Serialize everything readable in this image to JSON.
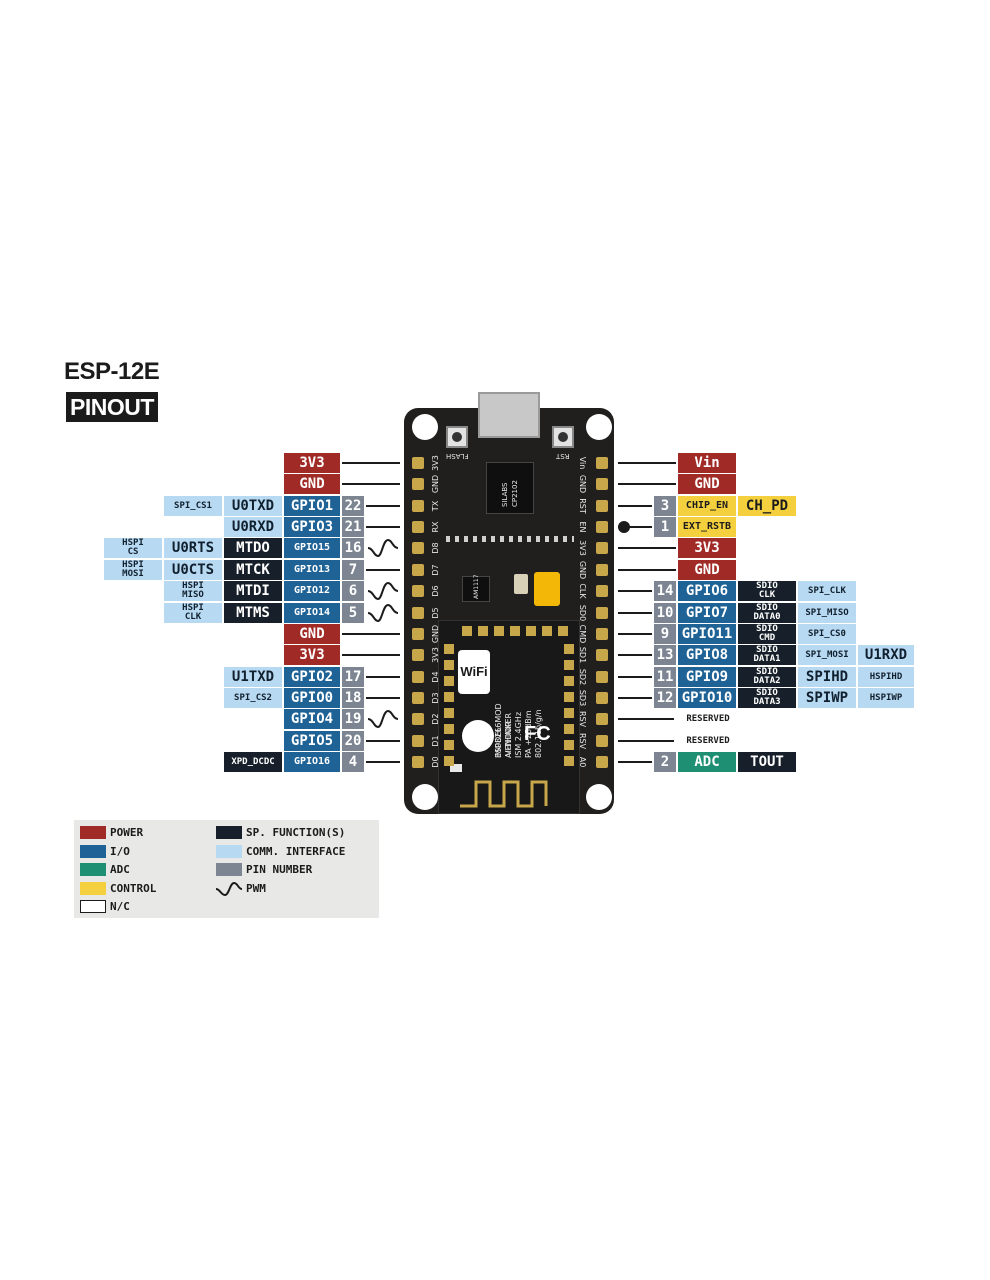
{
  "title": {
    "line1": "ESP-12E",
    "line2": "PINOUT"
  },
  "board": {
    "buttons": {
      "flash": "FLASH",
      "reset": "RST"
    },
    "usb_chip": [
      "SILABS",
      "CP2102"
    ],
    "regulator": "AM1117",
    "module": [
      "ESP8266MOD",
      "AI-THINKER",
      "ISM 2.4GHz",
      "PA +25dBm",
      "802.11b/g/n"
    ],
    "module_side": [
      "MODEL",
      "VENDOR"
    ],
    "wifi_logo": "WiFi",
    "fcc_logo": "FC",
    "left_pin_labels": [
      "3V3",
      "GND",
      "TX",
      "RX",
      "D8",
      "D7",
      "D6",
      "D5",
      "GND",
      "3V3",
      "D4",
      "D3",
      "D2",
      "D1",
      "D0"
    ],
    "right_pin_labels": [
      "Vin",
      "GND",
      "RST",
      "EN",
      "3V3",
      "GND",
      "CLK",
      "SD0",
      "CMD",
      "SD1",
      "SD2",
      "SD3",
      "RSV",
      "RSV",
      "A0"
    ]
  },
  "left_rows": [
    {
      "main": "3V3",
      "main_type": "power"
    },
    {
      "main": "GND",
      "main_type": "power"
    },
    {
      "pin": "22",
      "main": "GPIO1",
      "main_type": "io",
      "f1": "U0TXD",
      "f1_type": "comm",
      "f2": "SPI_CS1",
      "f2_type": "comm"
    },
    {
      "pin": "21",
      "main": "GPIO3",
      "main_type": "io",
      "f1": "U0RXD",
      "f1_type": "comm"
    },
    {
      "pin": "16",
      "pwm": true,
      "main": "GPIO15",
      "main_type": "io",
      "f1": "MTDO",
      "f1_type": "sp",
      "f2": "U0RTS",
      "f2_type": "comm",
      "f3a": "HSPI",
      "f3b": "CS",
      "f3_type": "comm"
    },
    {
      "pin": "7",
      "main": "GPIO13",
      "main_type": "io",
      "f1": "MTCK",
      "f1_type": "sp",
      "f2": "U0CTS",
      "f2_type": "comm",
      "f3a": "HSPI",
      "f3b": "MOSI",
      "f3_type": "comm"
    },
    {
      "pin": "6",
      "pwm": true,
      "main": "GPIO12",
      "main_type": "io",
      "f1": "MTDI",
      "f1_type": "sp",
      "f2a": "HSPI",
      "f2b": "MISO",
      "f2_type": "comm"
    },
    {
      "pin": "5",
      "pwm": true,
      "main": "GPIO14",
      "main_type": "io",
      "f1": "MTMS",
      "f1_type": "sp",
      "f2a": "HSPI",
      "f2b": "CLK",
      "f2_type": "comm"
    },
    {
      "main": "GND",
      "main_type": "power"
    },
    {
      "main": "3V3",
      "main_type": "power"
    },
    {
      "pin": "17",
      "main": "GPIO2",
      "main_type": "io",
      "f1": "U1TXD",
      "f1_type": "comm"
    },
    {
      "pin": "18",
      "main": "GPIO0",
      "main_type": "io",
      "f1": "SPI_CS2",
      "f1_type": "comm"
    },
    {
      "pin": "19",
      "pwm": true,
      "main": "GPIO4",
      "main_type": "io"
    },
    {
      "pin": "20",
      "main": "GPIO5",
      "main_type": "io"
    },
    {
      "pin": "4",
      "main": "GPIO16",
      "main_type": "io",
      "f1": "XPD_DCDC",
      "f1_type": "sp"
    }
  ],
  "right_rows": [
    {
      "main": "Vin",
      "main_type": "power"
    },
    {
      "main": "GND",
      "main_type": "power"
    },
    {
      "pin": "3",
      "main": "CHIP_EN",
      "main_type": "control",
      "f1": "CH_PD",
      "f1_type": "control"
    },
    {
      "pin": "1",
      "main": "EXT_RSTB",
      "main_type": "control",
      "dot": true
    },
    {
      "main": "3V3",
      "main_type": "power"
    },
    {
      "main": "GND",
      "main_type": "power"
    },
    {
      "pin": "14",
      "main": "GPIO6",
      "main_type": "io",
      "f1a": "SDIO",
      "f1b": "CLK",
      "f1_type": "sp",
      "f2": "SPI_CLK",
      "f2_type": "comm"
    },
    {
      "pin": "10",
      "main": "GPIO7",
      "main_type": "io",
      "f1a": "SDIO",
      "f1b": "DATA0",
      "f1_type": "sp",
      "f2": "SPI_MISO",
      "f2_type": "comm"
    },
    {
      "pin": "9",
      "main": "GPIO11",
      "main_type": "io",
      "f1a": "SDIO",
      "f1b": "CMD",
      "f1_type": "sp",
      "f2": "SPI_CS0",
      "f2_type": "comm"
    },
    {
      "pin": "13",
      "main": "GPIO8",
      "main_type": "io",
      "f1a": "SDIO",
      "f1b": "DATA1",
      "f1_type": "sp",
      "f2": "SPI_MOSI",
      "f2_type": "comm",
      "f3": "U1RXD",
      "f3_type": "comm"
    },
    {
      "pin": "11",
      "main": "GPIO9",
      "main_type": "io",
      "f1a": "SDIO",
      "f1b": "DATA2",
      "f1_type": "sp",
      "f2": "SPIHD",
      "f2_type": "comm",
      "f3": "HSPIHD",
      "f3_type": "comm"
    },
    {
      "pin": "12",
      "main": "GPIO10",
      "main_type": "io",
      "f1a": "SDIO",
      "f1b": "DATA3",
      "f1_type": "sp",
      "f2": "SPIWP",
      "f2_type": "comm",
      "f3": "HSPIWP",
      "f3_type": "comm"
    },
    {
      "main": "RESERVED",
      "main_type": "nc"
    },
    {
      "main": "RESERVED",
      "main_type": "nc"
    },
    {
      "pin": "2",
      "main": "ADC",
      "main_type": "adc",
      "f1": "TOUT",
      "f1_type": "sp"
    }
  ],
  "legend": [
    {
      "label": "POWER",
      "color": "#a02a25"
    },
    {
      "label": "I/O",
      "color": "#1e6296"
    },
    {
      "label": "ADC",
      "color": "#1f8f73"
    },
    {
      "label": "CONTROL",
      "color": "#f4d03f"
    },
    {
      "label": "N/C",
      "color": "#ffffff"
    },
    {
      "label": "SP. FUNCTION(S)",
      "color": "#17202a"
    },
    {
      "label": "COMM. INTERFACE",
      "color": "#b8d9f2"
    },
    {
      "label": "PIN NUMBER",
      "color": "#7c8591"
    },
    {
      "label": "PWM",
      "icon": "pwm-wave-icon"
    }
  ]
}
